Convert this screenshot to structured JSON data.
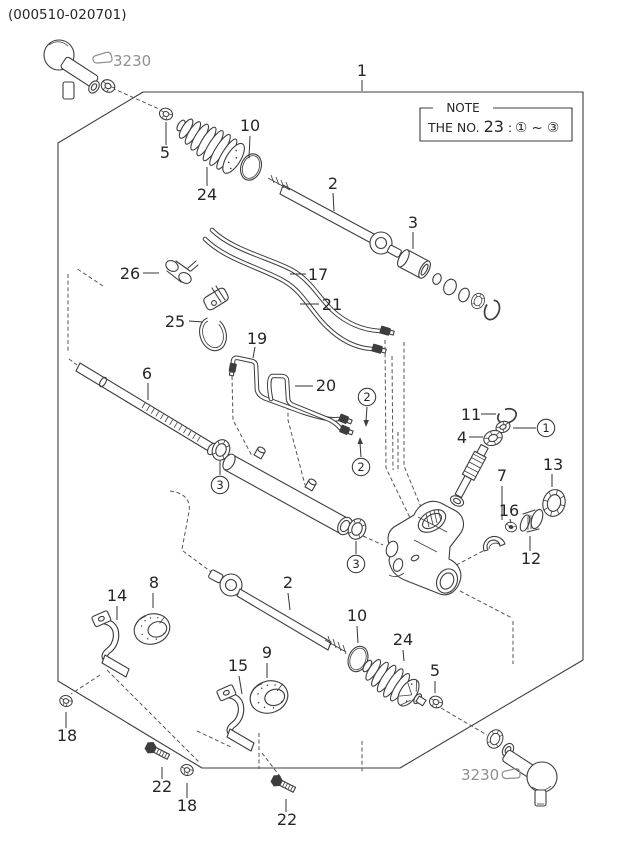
{
  "header": {
    "code": "(000510-020701)"
  },
  "note": {
    "title": "NOTE",
    "prefix": "THE NO.",
    "number": "23",
    "separator": ":",
    "range": "① ~ ③"
  },
  "ref_code": "3230",
  "part_labels": {
    "1": "1",
    "2": "2",
    "3": "3",
    "4": "4",
    "5": "5",
    "6": "6",
    "7": "7",
    "8": "8",
    "9": "9",
    "10": "10",
    "11": "11",
    "12": "12",
    "13": "13",
    "14": "14",
    "15": "15",
    "16": "16",
    "17": "17",
    "18": "18",
    "19": "19",
    "20": "20",
    "21": "21",
    "22": "22",
    "24": "24",
    "25": "25",
    "26": "26"
  },
  "circled_labels": {
    "1": "1",
    "2": "2",
    "3": "3"
  },
  "colors": {
    "line": "#3d3d3d",
    "label": "#262626",
    "muted_ref": "#8f8f8f",
    "background": "#ffffff"
  }
}
